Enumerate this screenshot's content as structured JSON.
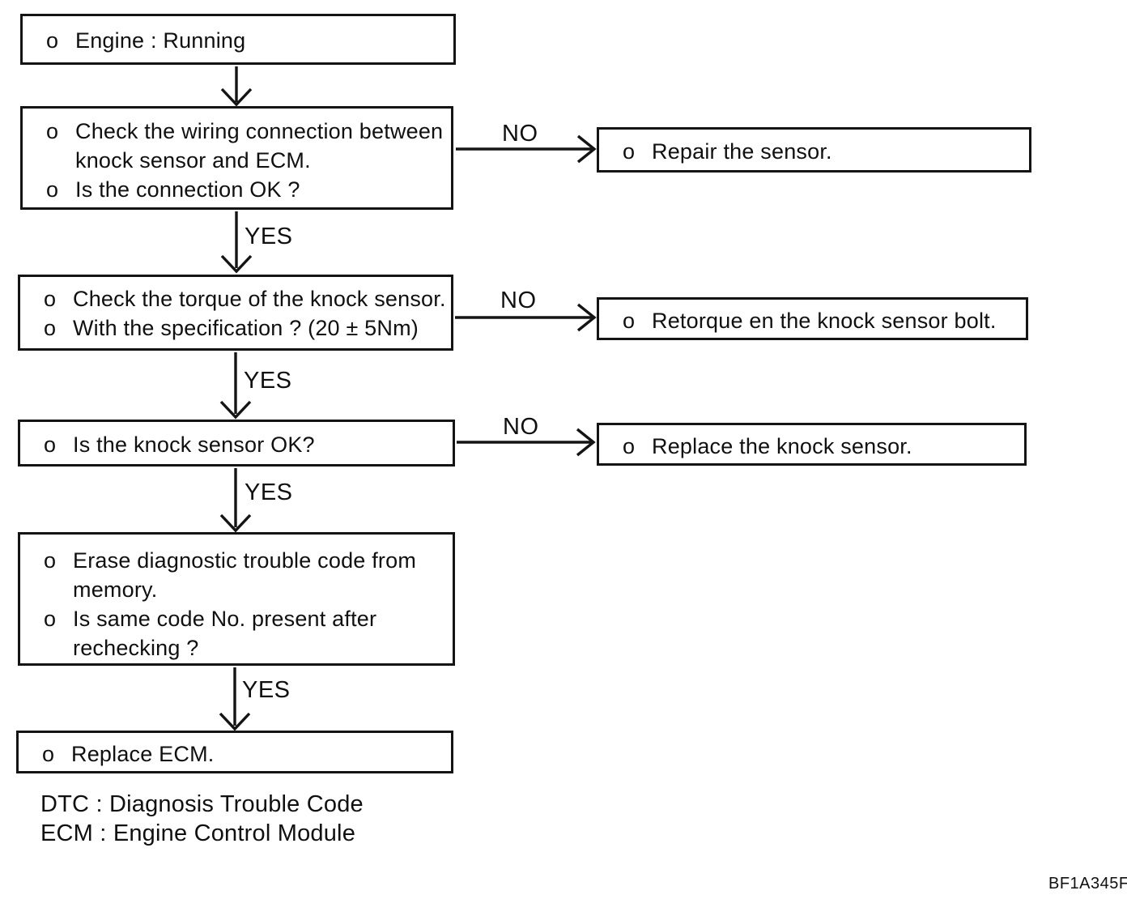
{
  "page": {
    "background": "#ffffff",
    "ink_color": "#141414",
    "figure_code": "BF1A345F"
  },
  "labels": {
    "yes": "YES",
    "no": "NO",
    "bullet": "o"
  },
  "nodes": {
    "engine": {
      "items": [
        "Engine : Running"
      ]
    },
    "check_wiring": {
      "items": [
        "Check the wiring connection between knock sensor and ECM.",
        "Is the connection OK ?"
      ]
    },
    "repair_sensor": {
      "items": [
        "Repair the sensor."
      ]
    },
    "check_torque": {
      "items": [
        "Check the torque of the knock sensor.",
        "With the specification ? (20 ± 5Nm)"
      ]
    },
    "retorque_bolt": {
      "items": [
        "Retorque en the knock sensor bolt."
      ]
    },
    "sensor_ok": {
      "items": [
        "Is the knock sensor OK?"
      ]
    },
    "replace_sensor": {
      "items": [
        "Replace the knock sensor."
      ]
    },
    "erase_code": {
      "items": [
        "Erase diagnostic trouble code from memory.",
        "Is same code No. present after rechecking ?"
      ]
    },
    "replace_ecm": {
      "items": [
        "Replace ECM."
      ]
    }
  },
  "legend": {
    "line1": "DTC : Diagnosis Trouble Code",
    "line2": "ECM : Engine Control Module"
  }
}
